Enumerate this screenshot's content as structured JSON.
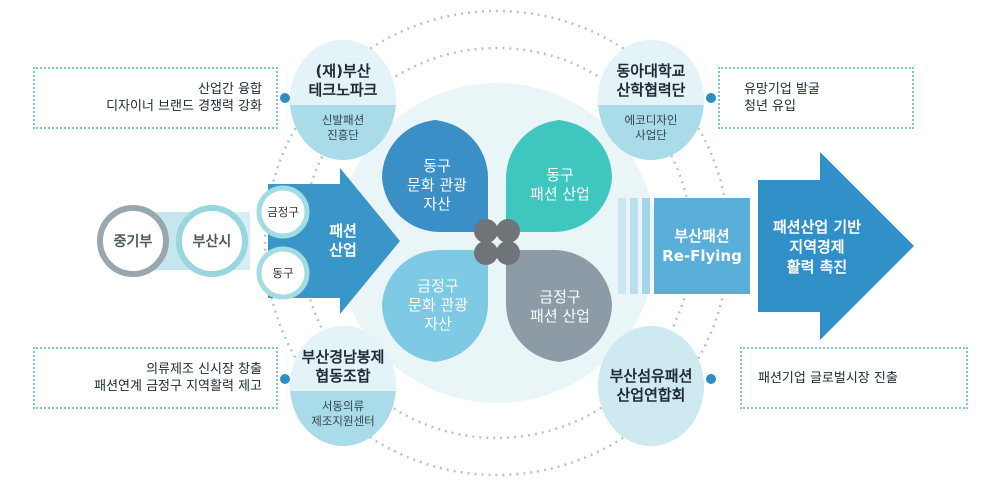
{
  "left_chain": {
    "ministry": "중기부",
    "city": "부산시",
    "district_1": "금정구",
    "district_2": "동구"
  },
  "input_arrow": "패션\n산업",
  "petals": {
    "top_left": "동구\n문화 관광\n자산",
    "top_right": "동구\n패션 산업",
    "bottom_left": "금정구\n문화 관광\n자산",
    "bottom_right": "금정구\n패션 산업"
  },
  "orgs": {
    "top_left": {
      "name": "(재)부산\n테크노파크",
      "sub": "신발패션\n진흥단"
    },
    "top_right": {
      "name": "동아대학교\n산학협력단",
      "sub": "에코디자인\n사업단"
    },
    "bottom_left": {
      "name": "부산경남봉제\n협동조합",
      "sub": "서동의류\n제조지원센터"
    },
    "bottom_right": {
      "name": "부산섬유패션\n산업연합회",
      "sub": ""
    }
  },
  "notes": {
    "top_left": "산업간 융합\n디자이너 브랜드 경쟁력 강화",
    "top_right": "유망기업 발굴\n청년 유입",
    "bottom_left": "의류제조 신시장 창출\n패션연계 금정구 지역활력 제고",
    "bottom_right": "패션기업 글로벌시장 진출"
  },
  "output": {
    "program": "부산패션\nRe-Flying",
    "goal": "패션산업 기반\n지역경제\n활력 촉진"
  },
  "colors": {
    "teal": "#3fc6bf",
    "blue": "#3a8fc7",
    "gray": "#8c9ba6",
    "bubble": "#cfe9f0"
  }
}
